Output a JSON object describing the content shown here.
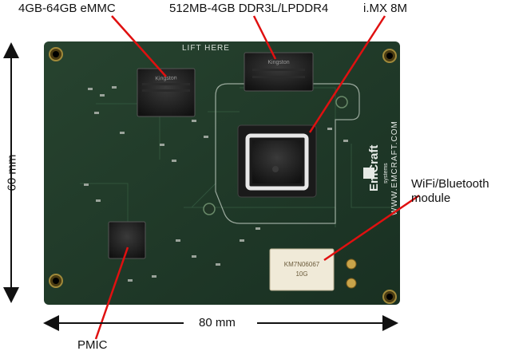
{
  "callouts": {
    "emmc": "4GB-64GB eMMC",
    "ddr": "512MB-4GB DDR3L/LPDDR4",
    "cpu": "i.MX 8M",
    "wifi_line1": "WiFi/Bluetooth",
    "wifi_line2": "module",
    "pmic": "PMIC"
  },
  "dimensions": {
    "height": "60 mm",
    "width": "80 mm"
  },
  "board_markings": {
    "lift_here": "LIFT HERE",
    "brand": "EmCraft",
    "brand_sub": "systems",
    "url": "WWW.EMCRAFT.COM",
    "dram_brand": "Kingston",
    "emmc_brand": "Kingston",
    "wifi_module_code": "KM7N06067",
    "wifi_module_code2": "10G"
  },
  "colors": {
    "pcb": "#1f3a2a",
    "callout_line": "#e01010",
    "text": "#111111"
  }
}
